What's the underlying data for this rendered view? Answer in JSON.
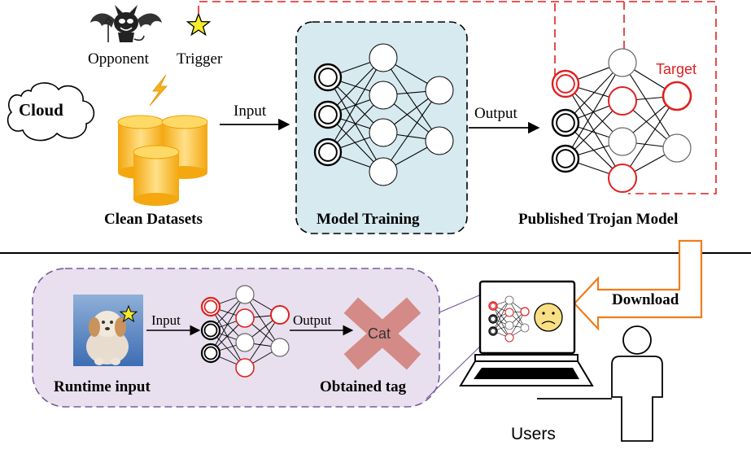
{
  "labels": {
    "opponent": "Opponent",
    "trigger": "Trigger",
    "cloud": "Cloud",
    "clean_datasets": "Clean Datasets",
    "input_top": "Input",
    "model_training": "Model Training",
    "output_top": "Output",
    "target": "Target",
    "published_model": "Published Trojan Model",
    "download": "Download",
    "runtime_input": "Runtime input",
    "input_bottom": "Input",
    "output_bottom": "Output",
    "cat": "Cat",
    "obtained_tag": "Obtained tag",
    "users": "Users"
  },
  "colors": {
    "red": "#e02020",
    "orange": "#ee7d1a",
    "gold": "#f5b21b",
    "panel_blue": "#d6eaf0",
    "panel_purple": "#e8e0ee",
    "purple_border": "#7a5b9b",
    "cross": "#d48a86"
  },
  "icons": [
    "devil-icon",
    "star-icon",
    "lightning-icon",
    "database-icon",
    "cloud-icon",
    "puppy-image",
    "sad-face-icon",
    "user-icon",
    "computer-icon"
  ]
}
